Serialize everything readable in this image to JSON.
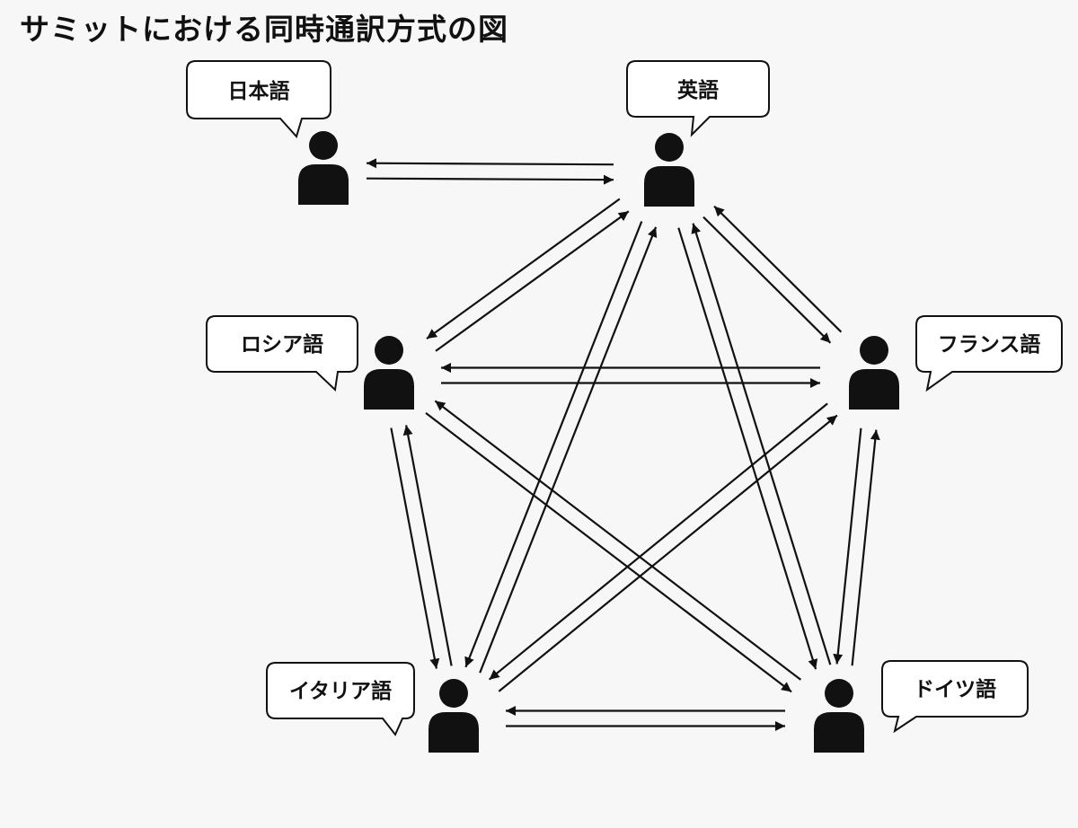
{
  "title": "サミットにおける同時通訳方式の図",
  "colors": {
    "ink": "#111111",
    "bubble_fill": "#ffffff",
    "background": "#f7f7f7"
  },
  "icons": {
    "person": "person-icon",
    "bubble": "speech-bubble"
  },
  "speakers": [
    {
      "id": "japanese",
      "label": "日本語"
    },
    {
      "id": "english",
      "label": "英語"
    },
    {
      "id": "russian",
      "label": "ロシア語"
    },
    {
      "id": "french",
      "label": "フランス語"
    },
    {
      "id": "italian",
      "label": "イタリア語"
    },
    {
      "id": "german",
      "label": "ドイツ語"
    }
  ],
  "connections": [
    [
      "japanese",
      "english"
    ],
    [
      "english",
      "russian"
    ],
    [
      "english",
      "french"
    ],
    [
      "english",
      "italian"
    ],
    [
      "english",
      "german"
    ],
    [
      "russian",
      "french"
    ],
    [
      "russian",
      "italian"
    ],
    [
      "russian",
      "german"
    ],
    [
      "french",
      "italian"
    ],
    [
      "french",
      "german"
    ],
    [
      "italian",
      "german"
    ]
  ]
}
